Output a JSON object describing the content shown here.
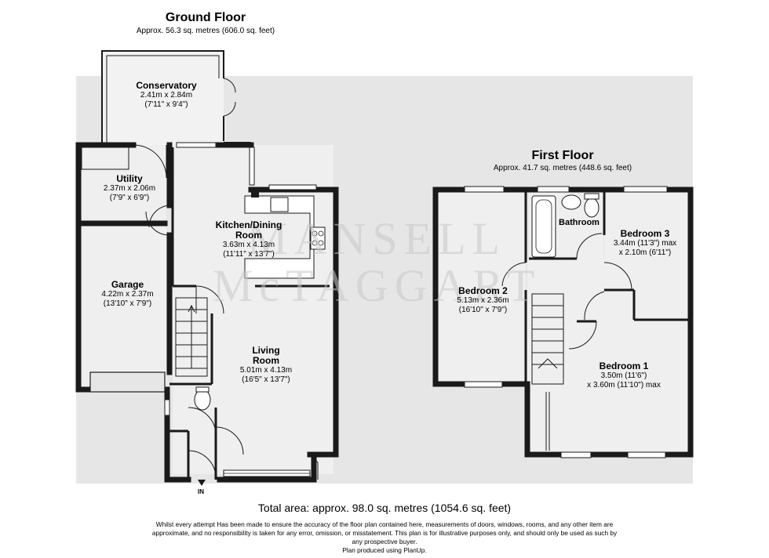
{
  "ground_floor": {
    "title": "Ground Floor",
    "area": "Approx. 56.3 sq. metres (606.0 sq. feet)",
    "entry_label": "IN",
    "rooms": {
      "conservatory": {
        "name": "Conservatory",
        "dim_m": "2.41m x 2.84m",
        "dim_ft": "(7'11\" x 9'4\")"
      },
      "utility": {
        "name": "Utility",
        "dim_m": "2.37m x 2.06m",
        "dim_ft": "(7'9\" x 6'9\")"
      },
      "kitchen": {
        "name_1": "Kitchen/Dining",
        "name_2": "Room",
        "dim_m": "3.63m x 4.13m",
        "dim_ft": "(11'11\" x 13'7\")"
      },
      "garage": {
        "name": "Garage",
        "dim_m": "4.22m x 2.37m",
        "dim_ft": "(13'10\" x 7'9\")"
      },
      "living": {
        "name_1": "Living",
        "name_2": "Room",
        "dim_m": "5.01m x 4.13m",
        "dim_ft": "(16'5\" x 13'7\")"
      }
    }
  },
  "first_floor": {
    "title": "First Floor",
    "area": "Approx. 41.7 sq. metres (448.6 sq. feet)",
    "rooms": {
      "bathroom": {
        "name": "Bathroom"
      },
      "bedroom3": {
        "name": "Bedroom 3",
        "dim_1": "3.44m (11'3\") max",
        "dim_2": "x 2.10m (6'11\")"
      },
      "bedroom2": {
        "name": "Bedroom 2",
        "dim_m": "5.13m x 2.36m",
        "dim_ft": "(16'10\" x 7'9\")"
      },
      "bedroom1": {
        "name": "Bedroom 1",
        "dim_1": "3.50m (11'6\")",
        "dim_2": "x 3.60m (11'10\") max"
      }
    }
  },
  "watermark": {
    "line1": "MANSELL",
    "line2": "McTAGGART"
  },
  "footer": {
    "total": "Total area: approx. 98.0 sq. metres (1054.6 sq. feet)",
    "disclaimer_1": "Whilst every attempt Has been made to ensure the accuracy of the floor plan contained here, measurements of doors, windows, rooms, and any other item are",
    "disclaimer_2": "approximate, and no responsibility is taken for any error, omission, or misstatement. This plan is for illustrative purposes only, and should only be used as such by",
    "disclaimer_3": "any prospective buyer.",
    "disclaimer_4": "Plan produced using PlanUp."
  },
  "colors": {
    "background_band": "#e6e6e6",
    "room_fill": "#efefef",
    "wall": "#1a1a1a",
    "watermark": "#c8c8c8"
  }
}
